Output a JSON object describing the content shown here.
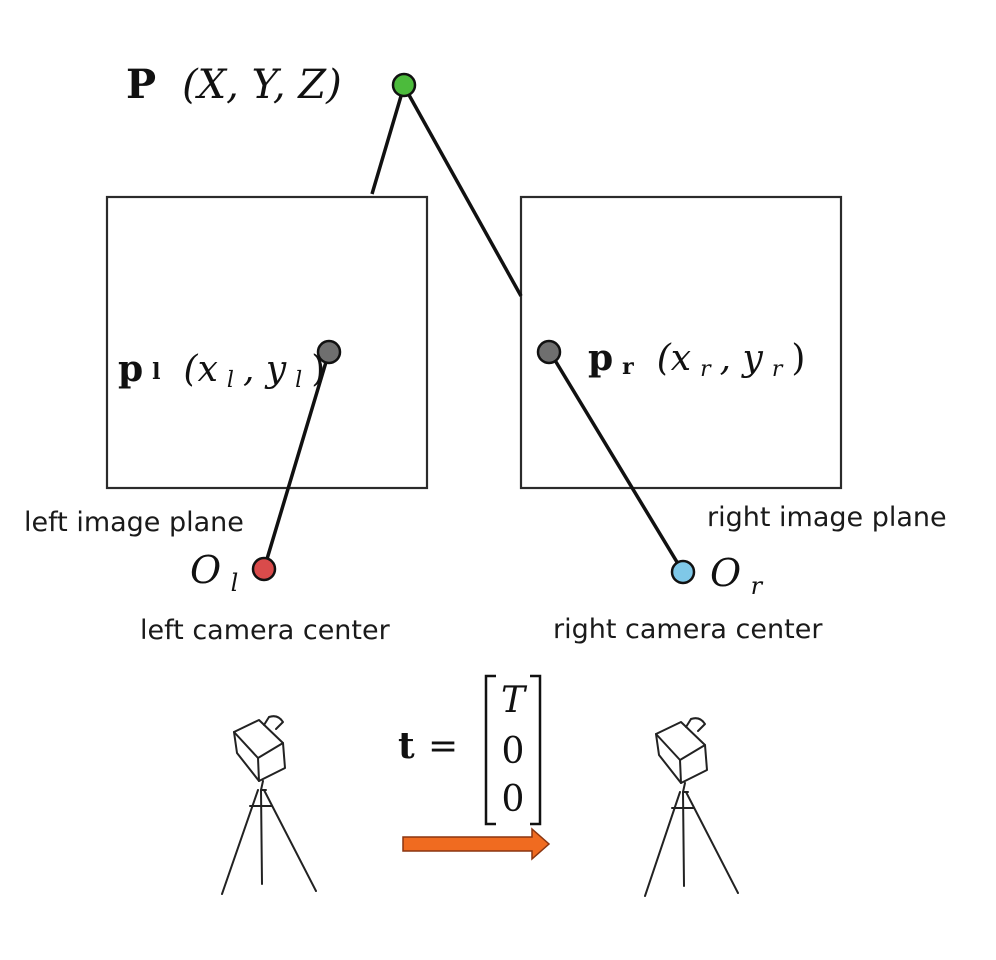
{
  "point_P": {
    "name": "P",
    "coords": "(X, Y, Z)",
    "color": "#4cbb3c"
  },
  "left_image": {
    "point_name": "p",
    "point_sub": "l",
    "coords": "(x",
    "coords_sub1": "l",
    "coords_mid": ", y",
    "coords_sub2": "l",
    "coords_end": ")",
    "plane_label": "left image plane",
    "point_color": "#6f6f6f"
  },
  "right_image": {
    "point_name": "p",
    "point_sub": "r",
    "coords": "(x",
    "coords_sub1": "r",
    "coords_mid": ", y",
    "coords_sub2": "r",
    "coords_end": ")",
    "plane_label": "right image plane",
    "point_color": "#6f6f6f"
  },
  "left_camera": {
    "center_name": "O",
    "center_sub": "l",
    "label": "left camera center",
    "color": "#d94b4b"
  },
  "right_camera": {
    "center_name": "O",
    "center_sub": "r",
    "label": "right camera center",
    "color": "#7fc8e8"
  },
  "translation": {
    "symbol": "t",
    "equals": "=",
    "vector": [
      "T",
      "0",
      "0"
    ],
    "arrow_color": "#f06b20"
  }
}
